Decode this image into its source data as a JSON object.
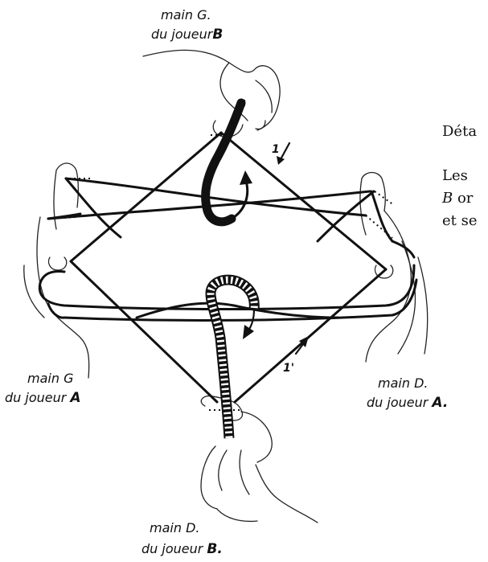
{
  "labels": {
    "top_hand_line1": "main G.",
    "top_hand_line2_prefix": "du joueur",
    "top_hand_player": "B",
    "left_hand_line1": "main G",
    "left_hand_line2_prefix": "du joueur",
    "left_hand_player": "A",
    "right_hand_line1": "main D.",
    "right_hand_line2_prefix": "du joueur",
    "right_hand_player": "A.",
    "bottom_hand_line1": "main D.",
    "bottom_hand_line2_prefix": "du joueur",
    "bottom_hand_player": "B.",
    "marker_1": "1",
    "marker_1_prime": "1'"
  },
  "side_text": {
    "line1": "Déta",
    "line2": "Les",
    "line3_italic": "B",
    "line3_rest": " or",
    "line4": "et se"
  }
}
